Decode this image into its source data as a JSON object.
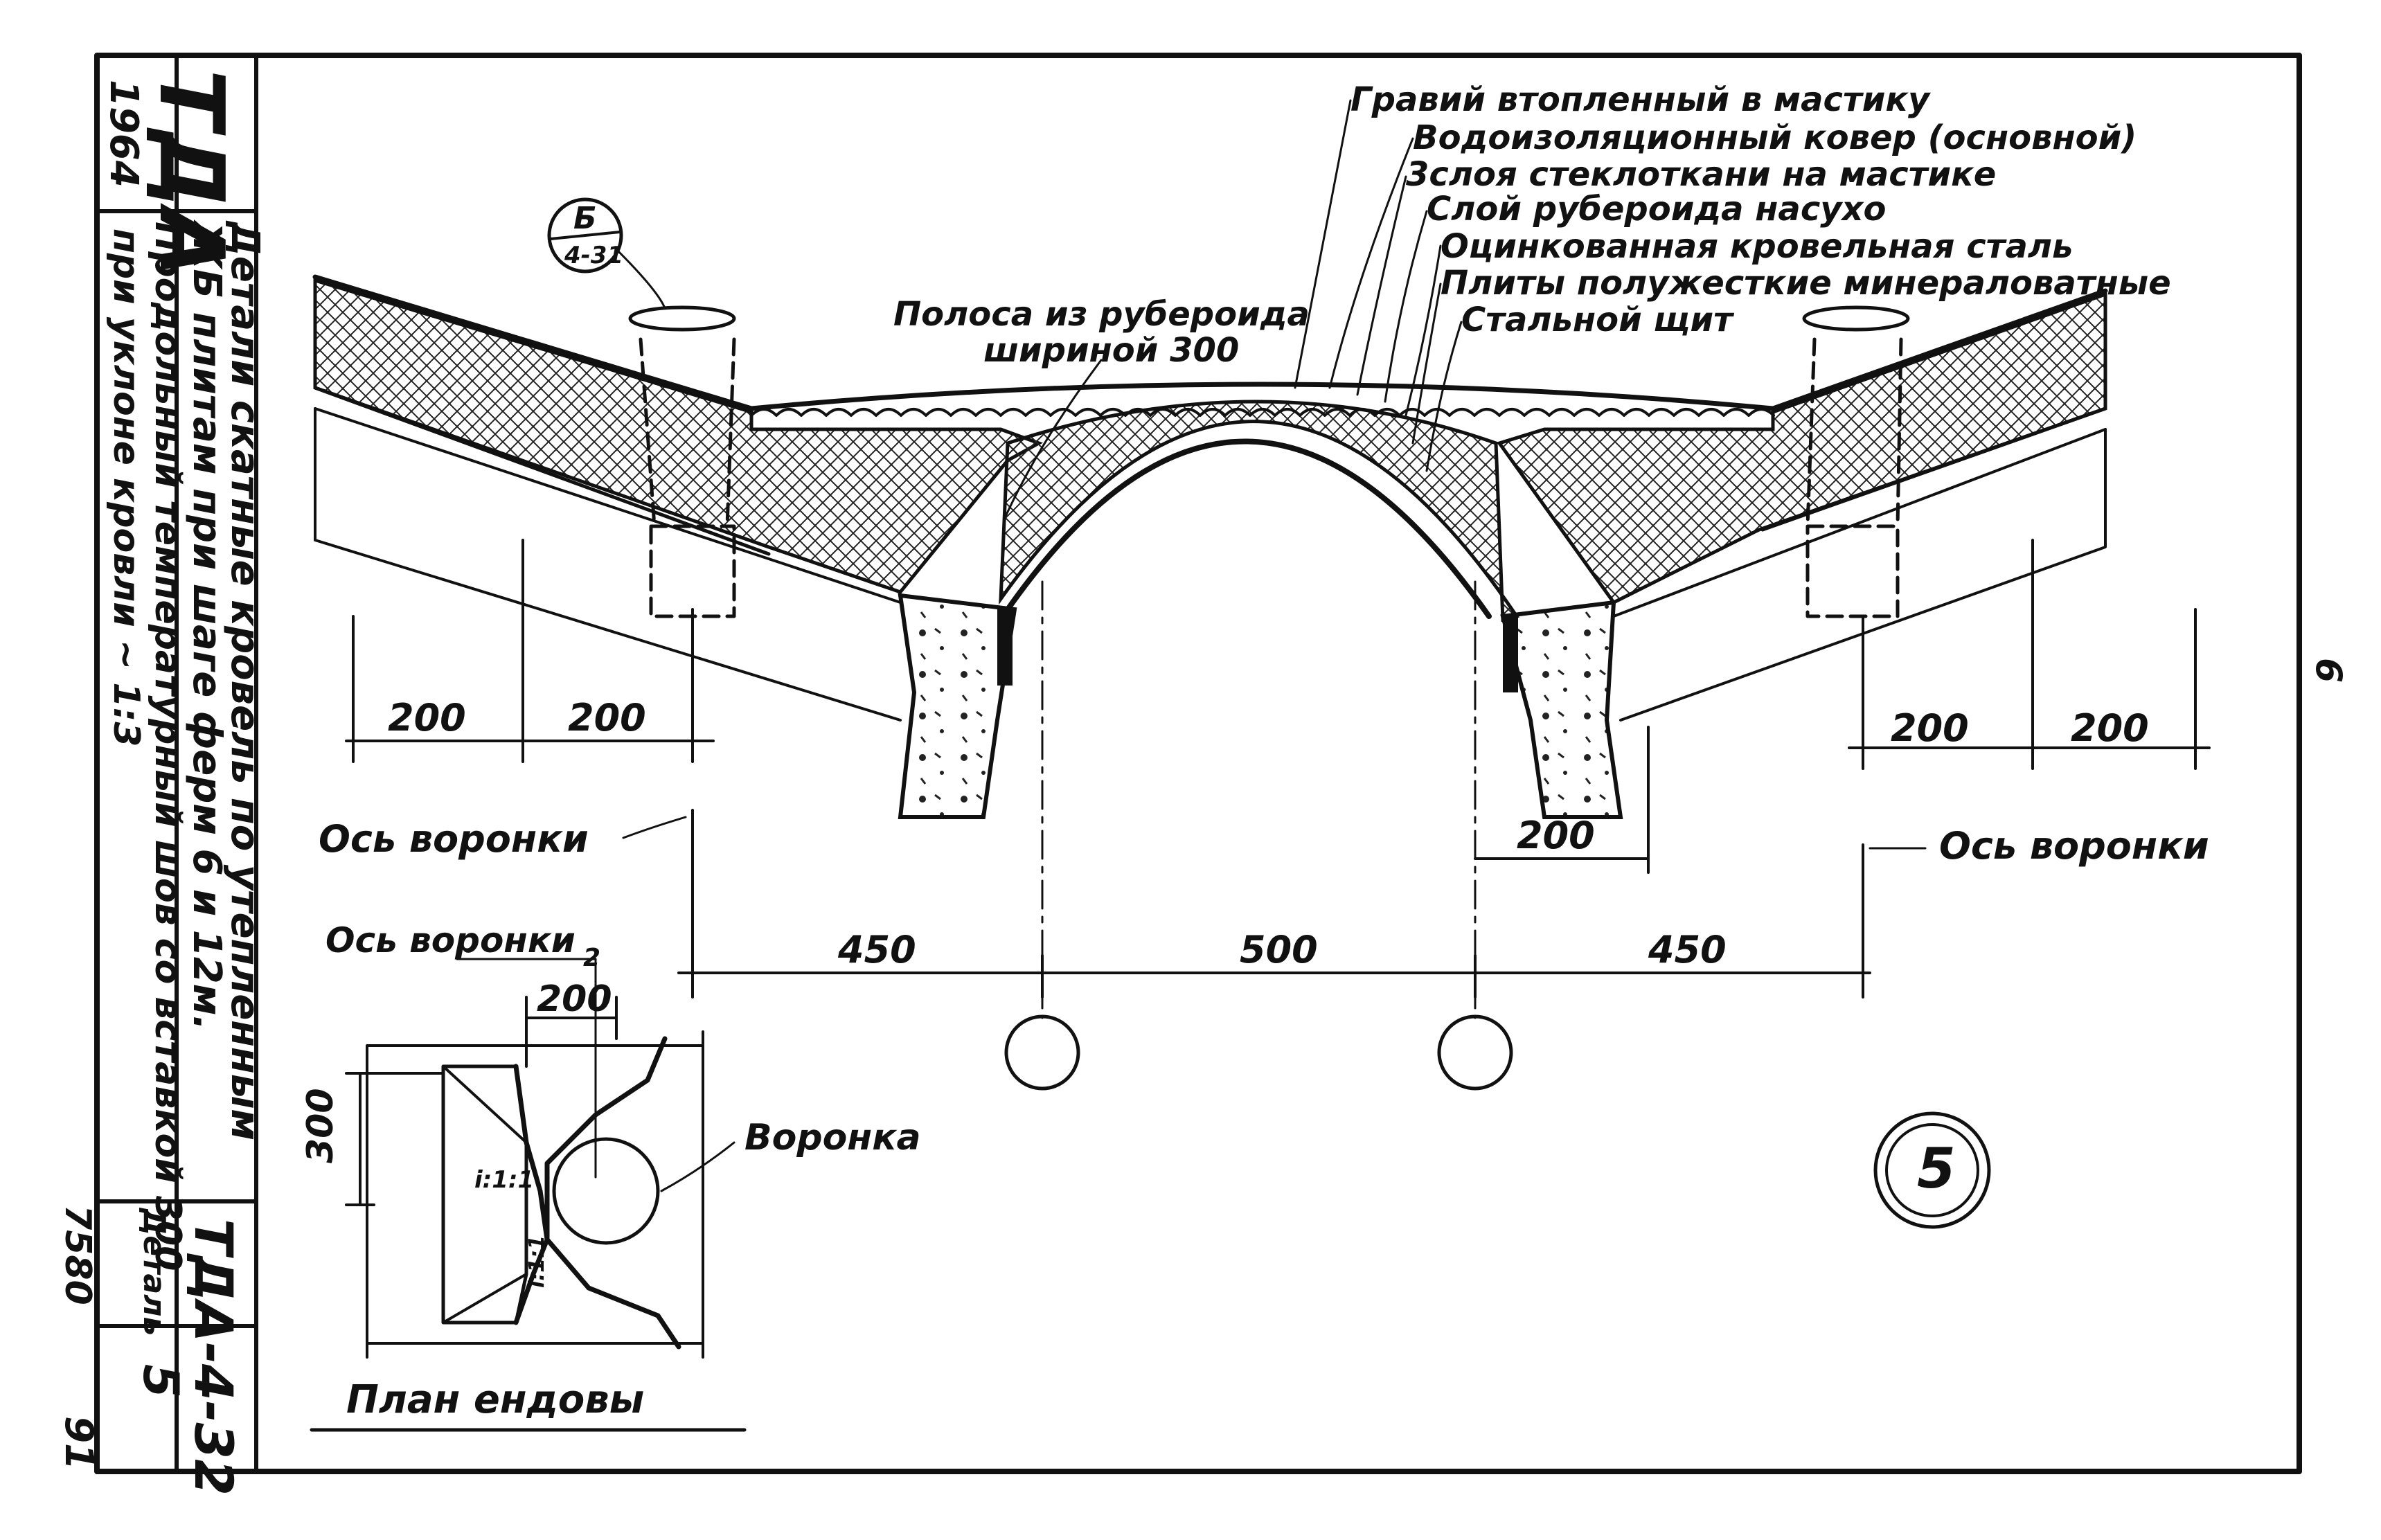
{
  "title_block": {
    "org": "ТДА",
    "year": "1964",
    "sheet_title_1": "Детали скатные кровель по утепленным",
    "sheet_title_2": "ЖБ плитам при шаге ферм 6 и 12м.",
    "subtitle_1": "Продольный температурный шов со вставкой 300",
    "subtitle_2": "при уклоне кровли ~ 1:3",
    "code": "ТДА-4-32",
    "detail_label": "Деталь",
    "detail_number": "5",
    "archive_number": "7580",
    "page_number": "91",
    "sheet_mark": "6"
  },
  "layers": [
    "Гравий втопленный в мастику",
    "Водоизоляционный ковер (основной)",
    "3слоя стеклоткани на мастике",
    "Слой рубероида насухо",
    "Оцинкованная кровельная сталь",
    "Плиты полужесткие минераловатные",
    "Стальной щит"
  ],
  "callouts": {
    "strip_line1": "Полоса из рубероида",
    "strip_line2": "шириной 300",
    "section_mark_top": "Б",
    "section_mark_bottom": "4-31",
    "funnel_axis_left": "Ось воронки",
    "funnel_axis_right": "Ось воронки",
    "funnel_axis_plan": "Ось воронки",
    "plan_axis_index": "2",
    "funnel": "Воронка",
    "plan_title": "План ендовы",
    "slope_upper": "i:1:1",
    "slope_lower": "i:1:1",
    "detail_circle": "5"
  },
  "dimensions": {
    "left_200_a": "200",
    "left_200_b": "200",
    "right_200_a": "200",
    "right_200_b": "200",
    "inner_200": "200",
    "span_left": "450",
    "span_mid": "500",
    "span_right": "450",
    "plan_200": "200",
    "plan_300": "300"
  }
}
